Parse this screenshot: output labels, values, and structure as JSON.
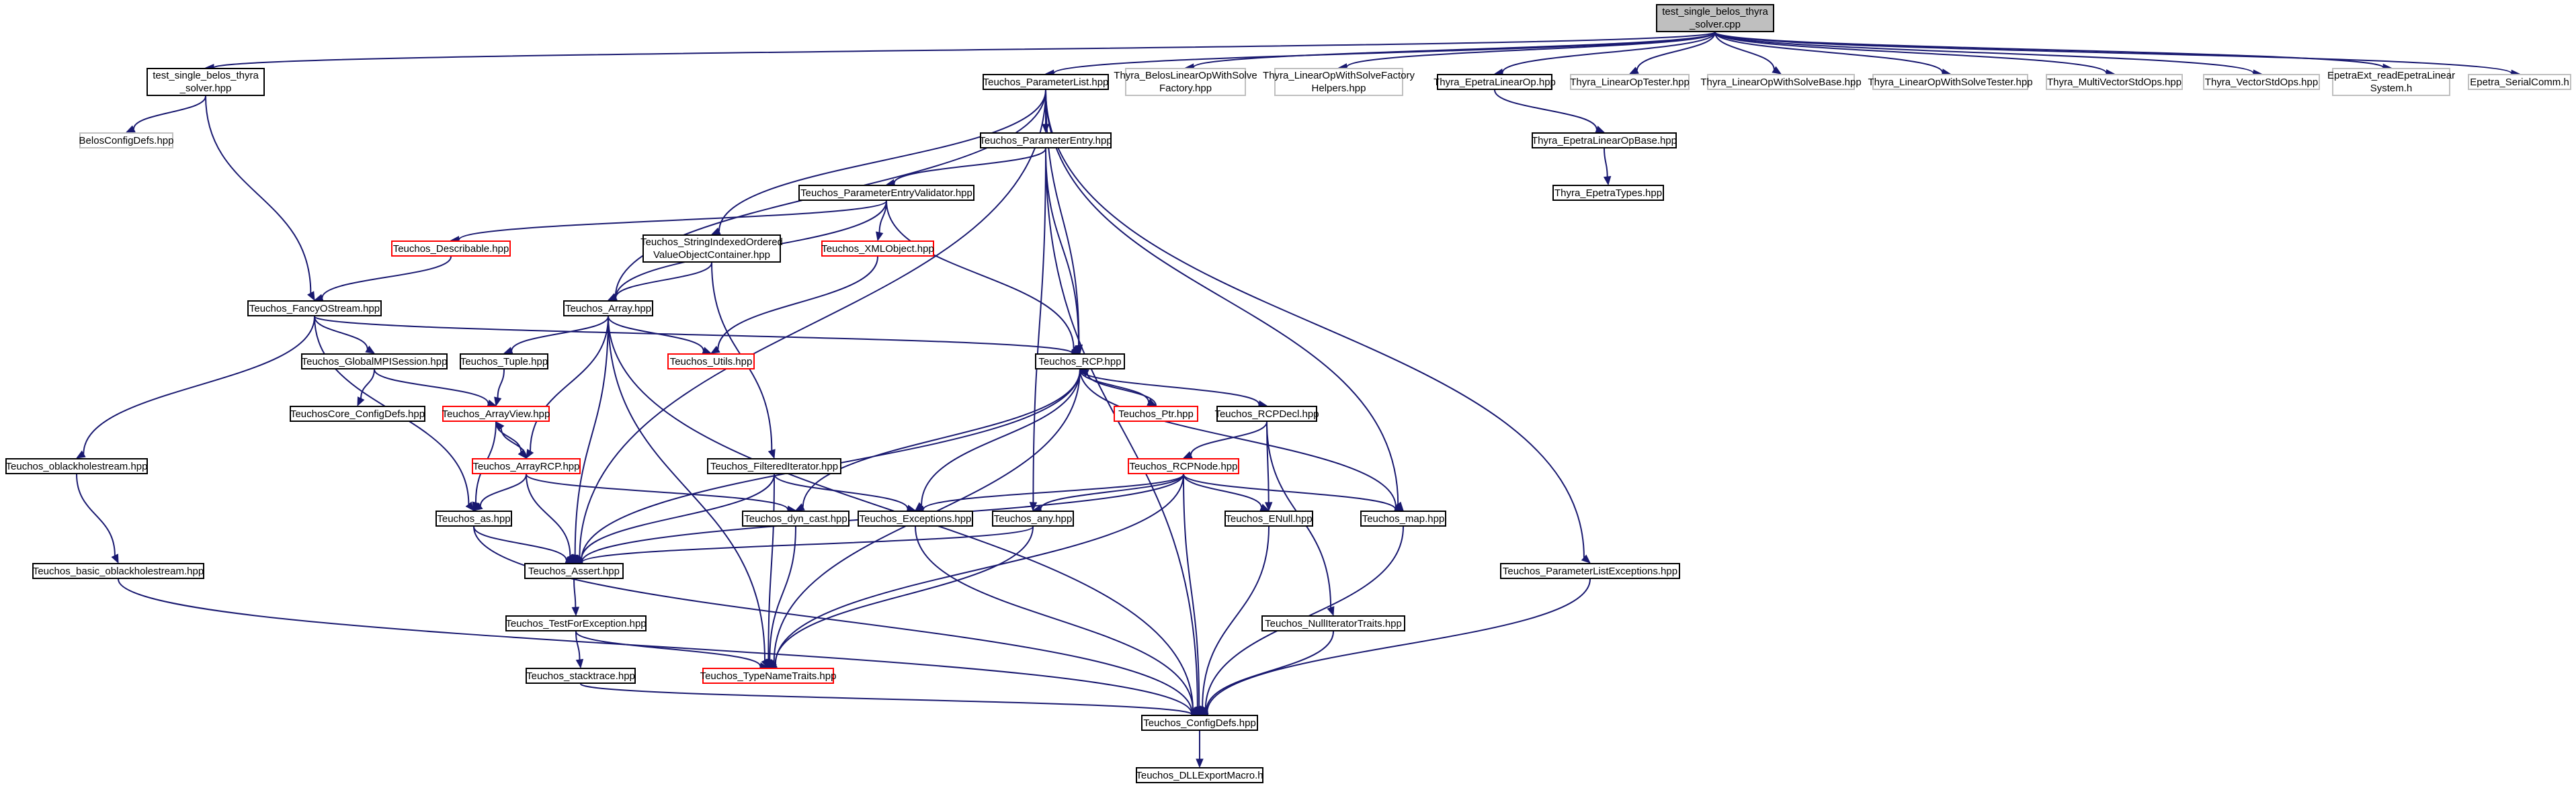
{
  "style": {
    "edge_color": "#191970",
    "node_border": "#000000",
    "root_fill": "#bfbfbf",
    "external_border": "#bfbfbf",
    "truncated_border": "#ff0000"
  },
  "nodes": [
    {
      "id": "root",
      "label": "test_single_belos_thyra\n_solver.cpp",
      "kind": "root"
    },
    {
      "id": "solver_hpp",
      "label": "test_single_belos_thyra\n_solver.hpp",
      "kind": "normal"
    },
    {
      "id": "belos_config",
      "label": "BelosConfigDefs.hpp",
      "kind": "external"
    },
    {
      "id": "paramlist",
      "label": "Teuchos_ParameterList.hpp",
      "kind": "normal"
    },
    {
      "id": "belos_lows_factory",
      "label": "Thyra_BelosLinearOpWithSolve\nFactory.hpp",
      "kind": "external"
    },
    {
      "id": "lows_factory_helpers",
      "label": "Thyra_LinearOpWithSolveFactory\nHelpers.hpp",
      "kind": "external"
    },
    {
      "id": "epetra_linop",
      "label": "Thyra_EpetraLinearOp.hpp",
      "kind": "normal"
    },
    {
      "id": "linop_tester",
      "label": "Thyra_LinearOpTester.hpp",
      "kind": "external"
    },
    {
      "id": "lows_base",
      "label": "Thyra_LinearOpWithSolveBase.hpp",
      "kind": "external"
    },
    {
      "id": "lows_tester",
      "label": "Thyra_LinearOpWithSolveTester.hpp",
      "kind": "external"
    },
    {
      "id": "multivec_ops",
      "label": "Thyra_MultiVectorStdOps.hpp",
      "kind": "external"
    },
    {
      "id": "vector_ops",
      "label": "Thyra_VectorStdOps.hpp",
      "kind": "external"
    },
    {
      "id": "epetraext_read",
      "label": "EpetraExt_readEpetraLinear\nSystem.h",
      "kind": "external"
    },
    {
      "id": "epetra_serialcomm",
      "label": "Epetra_SerialComm.h",
      "kind": "external"
    },
    {
      "id": "epetra_linop_base",
      "label": "Thyra_EpetraLinearOpBase.hpp",
      "kind": "normal"
    },
    {
      "id": "epetra_types",
      "label": "Thyra_EpetraTypes.hpp",
      "kind": "normal"
    },
    {
      "id": "param_entry",
      "label": "Teuchos_ParameterEntry.hpp",
      "kind": "normal"
    },
    {
      "id": "pe_validator",
      "label": "Teuchos_ParameterEntryValidator.hpp",
      "kind": "normal"
    },
    {
      "id": "describable",
      "label": "Teuchos_Describable.hpp",
      "kind": "truncated"
    },
    {
      "id": "stringindexed",
      "label": "Teuchos_StringIndexedOrdered\nValueObjectContainer.hpp",
      "kind": "normal"
    },
    {
      "id": "xmlobject",
      "label": "Teuchos_XMLObject.hpp",
      "kind": "truncated"
    },
    {
      "id": "fancyostream",
      "label": "Teuchos_FancyOStream.hpp",
      "kind": "normal"
    },
    {
      "id": "array",
      "label": "Teuchos_Array.hpp",
      "kind": "normal"
    },
    {
      "id": "rcp",
      "label": "Teuchos_RCP.hpp",
      "kind": "normal"
    },
    {
      "id": "globalmpi",
      "label": "Teuchos_GlobalMPISession.hpp",
      "kind": "normal"
    },
    {
      "id": "tuple",
      "label": "Teuchos_Tuple.hpp",
      "kind": "normal"
    },
    {
      "id": "utils",
      "label": "Teuchos_Utils.hpp",
      "kind": "truncated"
    },
    {
      "id": "ptr",
      "label": "Teuchos_Ptr.hpp",
      "kind": "truncated"
    },
    {
      "id": "rcpdecl",
      "label": "Teuchos_RCPDecl.hpp",
      "kind": "normal"
    },
    {
      "id": "core_config",
      "label": "TeuchosCore_ConfigDefs.hpp",
      "kind": "normal"
    },
    {
      "id": "arrayview",
      "label": "Teuchos_ArrayView.hpp",
      "kind": "truncated"
    },
    {
      "id": "oblackhole",
      "label": "Teuchos_oblackholestream.hpp",
      "kind": "normal"
    },
    {
      "id": "arrayrcp",
      "label": "Teuchos_ArrayRCP.hpp",
      "kind": "truncated"
    },
    {
      "id": "filtered_iter",
      "label": "Teuchos_FilteredIterator.hpp",
      "kind": "normal"
    },
    {
      "id": "rcpnode",
      "label": "Teuchos_RCPNode.hpp",
      "kind": "truncated"
    },
    {
      "id": "as",
      "label": "Teuchos_as.hpp",
      "kind": "normal"
    },
    {
      "id": "dyn_cast",
      "label": "Teuchos_dyn_cast.hpp",
      "kind": "normal"
    },
    {
      "id": "exceptions",
      "label": "Teuchos_Exceptions.hpp",
      "kind": "normal"
    },
    {
      "id": "any",
      "label": "Teuchos_any.hpp",
      "kind": "normal"
    },
    {
      "id": "enull",
      "label": "Teuchos_ENull.hpp",
      "kind": "normal"
    },
    {
      "id": "map",
      "label": "Teuchos_map.hpp",
      "kind": "normal"
    },
    {
      "id": "pl_exceptions",
      "label": "Teuchos_ParameterListExceptions.hpp",
      "kind": "normal"
    },
    {
      "id": "basic_oblackhole",
      "label": "Teuchos_basic_oblackholestream.hpp",
      "kind": "normal"
    },
    {
      "id": "assert",
      "label": "Teuchos_Assert.hpp",
      "kind": "normal"
    },
    {
      "id": "testforexception",
      "label": "Teuchos_TestForException.hpp",
      "kind": "normal"
    },
    {
      "id": "nulliter",
      "label": "Teuchos_NullIteratorTraits.hpp",
      "kind": "normal"
    },
    {
      "id": "stacktrace",
      "label": "Teuchos_stacktrace.hpp",
      "kind": "normal"
    },
    {
      "id": "typenametraits",
      "label": "Teuchos_TypeNameTraits.hpp",
      "kind": "truncated"
    },
    {
      "id": "configdefs",
      "label": "Teuchos_ConfigDefs.hpp",
      "kind": "normal"
    },
    {
      "id": "dllexport",
      "label": "Teuchos_DLLExportMacro.h",
      "kind": "normal"
    }
  ],
  "edges": [
    [
      "root",
      "solver_hpp"
    ],
    [
      "root",
      "paramlist"
    ],
    [
      "root",
      "belos_lows_factory"
    ],
    [
      "root",
      "lows_factory_helpers"
    ],
    [
      "root",
      "epetra_linop"
    ],
    [
      "root",
      "linop_tester"
    ],
    [
      "root",
      "lows_base"
    ],
    [
      "root",
      "lows_tester"
    ],
    [
      "root",
      "multivec_ops"
    ],
    [
      "root",
      "vector_ops"
    ],
    [
      "root",
      "epetraext_read"
    ],
    [
      "root",
      "epetra_serialcomm"
    ],
    [
      "solver_hpp",
      "belos_config"
    ],
    [
      "solver_hpp",
      "fancyostream"
    ],
    [
      "epetra_linop",
      "epetra_linop_base"
    ],
    [
      "epetra_linop_base",
      "epetra_types"
    ],
    [
      "paramlist",
      "param_entry"
    ],
    [
      "paramlist",
      "stringindexed"
    ],
    [
      "paramlist",
      "array"
    ],
    [
      "paramlist",
      "rcp"
    ],
    [
      "paramlist",
      "assert"
    ],
    [
      "paramlist",
      "map"
    ],
    [
      "paramlist",
      "pl_exceptions"
    ],
    [
      "param_entry",
      "pe_validator"
    ],
    [
      "param_entry",
      "any"
    ],
    [
      "param_entry",
      "rcp"
    ],
    [
      "param_entry",
      "configdefs"
    ],
    [
      "pe_validator",
      "describable"
    ],
    [
      "pe_validator",
      "xmlobject"
    ],
    [
      "pe_validator",
      "array"
    ],
    [
      "pe_validator",
      "rcp"
    ],
    [
      "describable",
      "fancyostream"
    ],
    [
      "stringindexed",
      "array"
    ],
    [
      "stringindexed",
      "filtered_iter"
    ],
    [
      "xmlobject",
      "utils"
    ],
    [
      "fancyostream",
      "globalmpi"
    ],
    [
      "fancyostream",
      "oblackhole"
    ],
    [
      "fancyostream",
      "as"
    ],
    [
      "fancyostream",
      "rcp"
    ],
    [
      "array",
      "tuple"
    ],
    [
      "array",
      "utils"
    ],
    [
      "array",
      "arrayrcp"
    ],
    [
      "array",
      "assert"
    ],
    [
      "array",
      "typenametraits"
    ],
    [
      "array",
      "configdefs"
    ],
    [
      "tuple",
      "arrayview"
    ],
    [
      "globalmpi",
      "core_config"
    ],
    [
      "globalmpi",
      "arrayview"
    ],
    [
      "arrayview",
      "arrayrcp"
    ],
    [
      "arrayview",
      "as"
    ],
    [
      "arrayrcp",
      "arrayview"
    ],
    [
      "arrayrcp",
      "as"
    ],
    [
      "arrayrcp",
      "assert"
    ],
    [
      "arrayrcp",
      "dyn_cast"
    ],
    [
      "rcp",
      "ptr"
    ],
    [
      "rcp",
      "rcpdecl"
    ],
    [
      "rcp",
      "dyn_cast"
    ],
    [
      "rcp",
      "exceptions"
    ],
    [
      "rcp",
      "assert"
    ],
    [
      "rcp",
      "typenametraits"
    ],
    [
      "rcp",
      "map"
    ],
    [
      "ptr",
      "rcp"
    ],
    [
      "rcpdecl",
      "rcpnode"
    ],
    [
      "rcpdecl",
      "enull"
    ],
    [
      "rcpdecl",
      "nulliter"
    ],
    [
      "rcpnode",
      "exceptions"
    ],
    [
      "rcpnode",
      "any"
    ],
    [
      "rcpnode",
      "enull"
    ],
    [
      "rcpnode",
      "map"
    ],
    [
      "rcpnode",
      "assert"
    ],
    [
      "rcpnode",
      "typenametraits"
    ],
    [
      "rcpnode",
      "configdefs"
    ],
    [
      "filtered_iter",
      "exceptions"
    ],
    [
      "filtered_iter",
      "assert"
    ],
    [
      "filtered_iter",
      "typenametraits"
    ],
    [
      "oblackhole",
      "basic_oblackhole"
    ],
    [
      "basic_oblackhole",
      "configdefs"
    ],
    [
      "as",
      "assert"
    ],
    [
      "as",
      "configdefs"
    ],
    [
      "dyn_cast",
      "typenametraits"
    ],
    [
      "exceptions",
      "configdefs"
    ],
    [
      "any",
      "assert"
    ],
    [
      "any",
      "typenametraits"
    ],
    [
      "enull",
      "configdefs"
    ],
    [
      "map",
      "configdefs"
    ],
    [
      "pl_exceptions",
      "configdefs"
    ],
    [
      "assert",
      "testforexception"
    ],
    [
      "testforexception",
      "stacktrace"
    ],
    [
      "testforexception",
      "typenametraits"
    ],
    [
      "nulliter",
      "configdefs"
    ],
    [
      "stacktrace",
      "configdefs"
    ],
    [
      "configdefs",
      "dllexport"
    ]
  ]
}
